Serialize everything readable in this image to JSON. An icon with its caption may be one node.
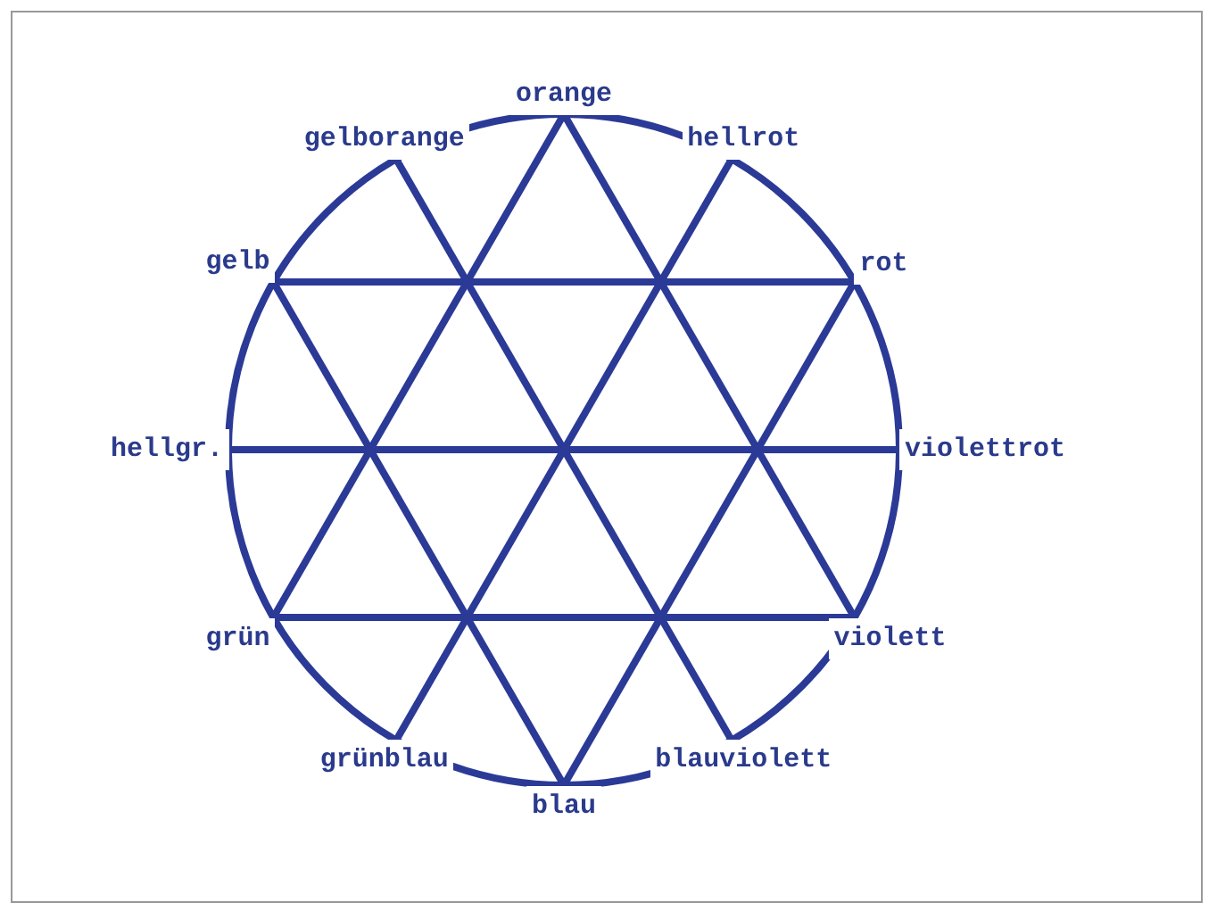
{
  "diagram": {
    "nodes": [
      {
        "text": [
          "orange"
        ]
      },
      {
        "text": [
          "hellrot"
        ]
      },
      {
        "text": [
          "gelborange"
        ]
      },
      {
        "text": [
          "rot"
        ]
      },
      {
        "text": [
          "gelb"
        ]
      },
      {
        "text": [
          "hellgr."
        ]
      },
      {
        "text": [
          "violettrot"
        ]
      },
      {
        "text": [
          "violett"
        ]
      },
      {
        "text": [
          "grün"
        ]
      },
      {
        "text": [
          "grünblau"
        ]
      },
      {
        "text": [
          "blauviolett"
        ]
      },
      {
        "text": [
          "blau"
        ]
      }
    ],
    "edges": [
      {
        "from": 4,
        "to": 3,
        "arrow": "none"
      },
      {
        "from": 5,
        "to": 6,
        "arrow": "none"
      },
      {
        "from": 8,
        "to": 7,
        "arrow": "none"
      },
      {
        "from": 0,
        "to": 8,
        "arrow": "none"
      },
      {
        "from": 0,
        "to": 7,
        "arrow": "none"
      },
      {
        "from": 4,
        "to": 11,
        "arrow": "none"
      },
      {
        "from": 3,
        "to": 11,
        "arrow": "none"
      },
      {
        "from": 2,
        "to": 10,
        "arrow": "none"
      },
      {
        "from": 1,
        "to": 9,
        "arrow": "none"
      }
    ]
  }
}
